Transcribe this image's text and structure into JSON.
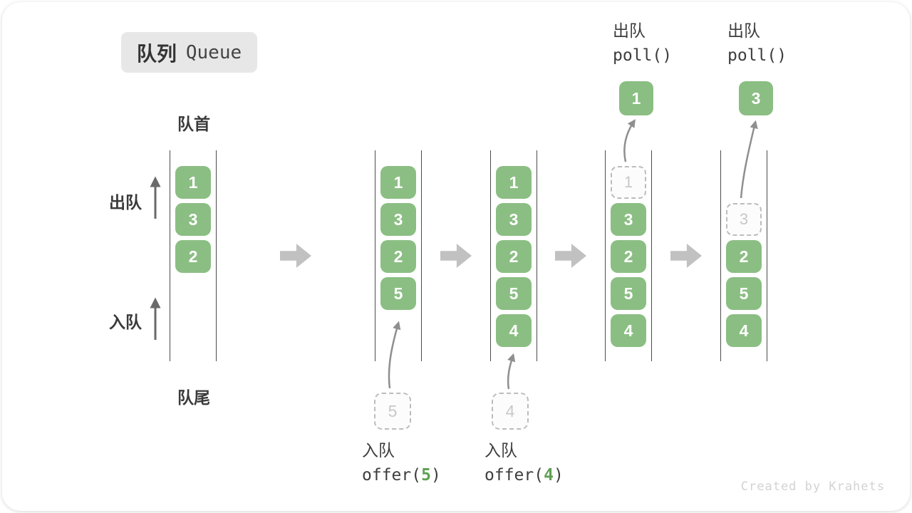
{
  "title_badge": {
    "zh": "队列",
    "en": "Queue"
  },
  "side_labels": {
    "front": "队首",
    "rear": "队尾",
    "dequeue": "出队",
    "enqueue": "入队"
  },
  "queues": [
    {
      "cells": [
        {
          "v": "1"
        },
        {
          "v": "3"
        },
        {
          "v": "2"
        }
      ]
    },
    {
      "cells": [
        {
          "v": "1"
        },
        {
          "v": "3"
        },
        {
          "v": "2"
        },
        {
          "v": "5"
        }
      ],
      "incoming": "5"
    },
    {
      "cells": [
        {
          "v": "1"
        },
        {
          "v": "3"
        },
        {
          "v": "2"
        },
        {
          "v": "5"
        },
        {
          "v": "4"
        }
      ],
      "incoming": "4"
    },
    {
      "cells": [
        {
          "v": "1"
        },
        {
          "v": "3"
        },
        {
          "v": "2"
        },
        {
          "v": "5"
        },
        {
          "v": "4"
        }
      ],
      "outgoing": "1"
    },
    {
      "cells": [
        {
          "v": "3"
        },
        {
          "v": "2"
        },
        {
          "v": "5"
        },
        {
          "v": "4"
        }
      ],
      "outgoing": "3"
    }
  ],
  "poll_ops": [
    {
      "label": "出队",
      "code": "poll()"
    },
    {
      "label": "出队",
      "code": "poll()"
    }
  ],
  "offer_ops": [
    {
      "label": "入队",
      "fn": "offer(",
      "arg": "5",
      "close": ")"
    },
    {
      "label": "入队",
      "fn": "offer(",
      "arg": "4",
      "close": ")"
    }
  ],
  "watermark": "Created by Krahets",
  "colors": {
    "cell_green": "#8BBE83",
    "code_arg_green": "#5FA052",
    "block_arrow_gray": "#C1C1C1",
    "badge_bg": "#E7E7E7",
    "ghost_border": "#BCBCBC"
  }
}
